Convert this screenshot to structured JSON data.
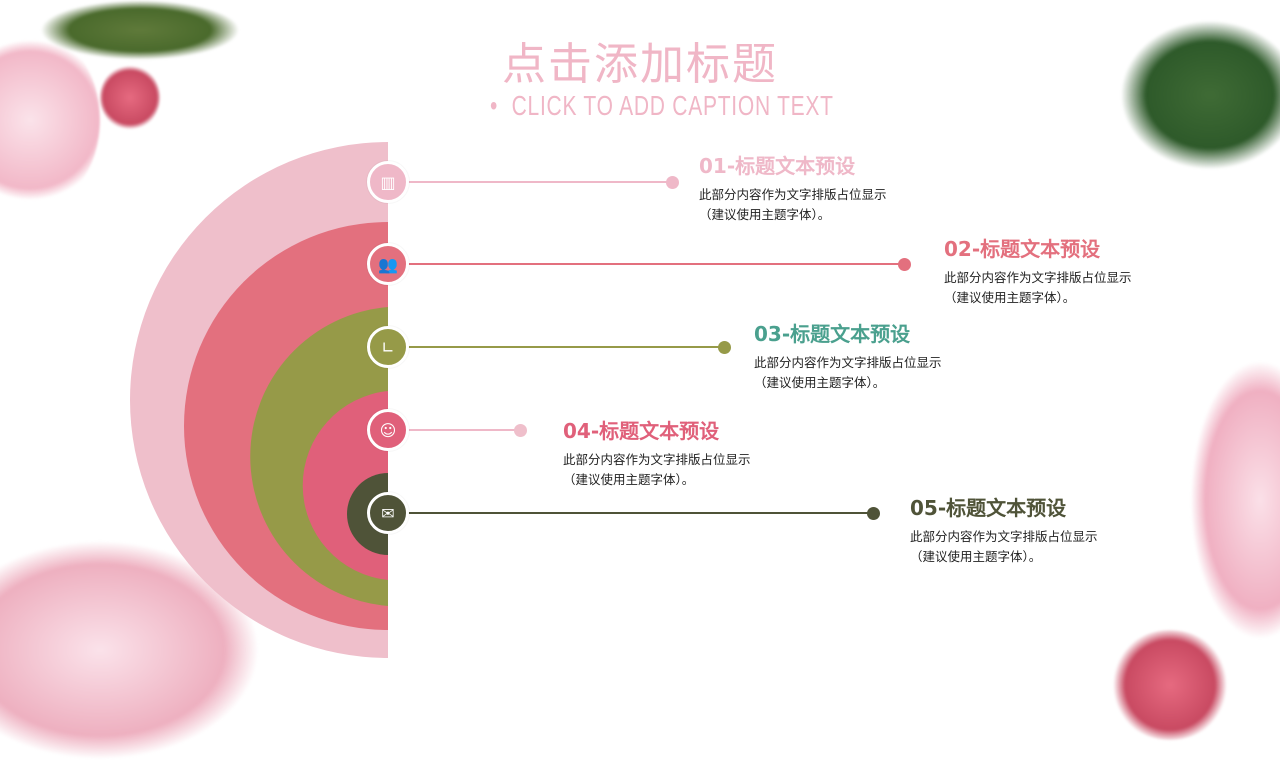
{
  "header": {
    "title": "点击添加标题",
    "subtitle": "CLICK TO ADD CAPTION TEXT"
  },
  "items": [
    {
      "title": "01-标题文本预设",
      "line1": "此部分内容作为文字排版占位显示",
      "line2": "（建议使用主题字体）。",
      "color": "#efb8c8",
      "icon": "bar-chart-icon"
    },
    {
      "title": "02-标题文本预设",
      "line1": "此部分内容作为文字排版占位显示",
      "line2": "（建议使用主题字体）。",
      "color": "#e3707e",
      "icon": "people-icon"
    },
    {
      "title": "03-标题文本预设",
      "line1": "此部分内容作为文字排版占位显示",
      "line2": "（建议使用主题字体）。",
      "color": "#4aa08e",
      "icon": "chart-axis-icon"
    },
    {
      "title": "04-标题文本预设",
      "line1": "此部分内容作为文字排版占位显示",
      "line2": "（建议使用主题字体）。",
      "color": "#e0607a",
      "icon": "team-icon"
    },
    {
      "title": "05-标题文本预设",
      "line1": "此部分内容作为文字排版占位显示",
      "line2": "（建议使用主题字体）。",
      "color": "#4f5338",
      "icon": "mail-icon"
    }
  ]
}
